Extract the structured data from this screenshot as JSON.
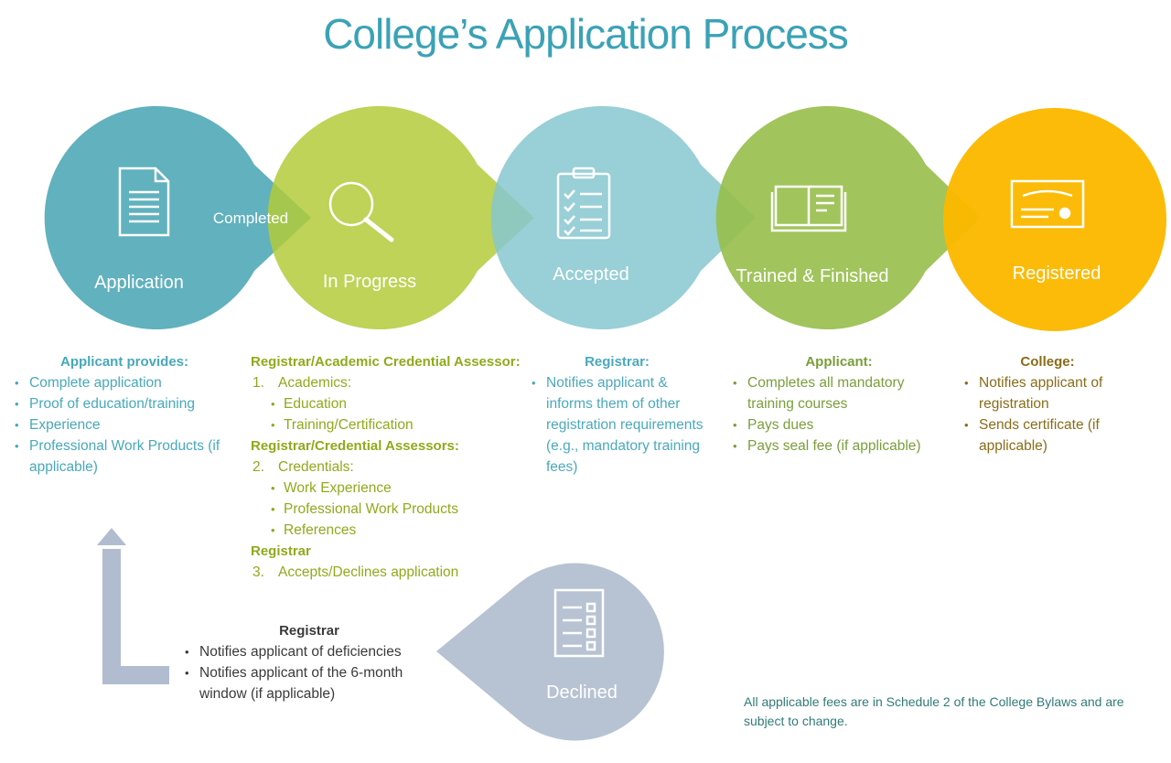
{
  "title": "College’s Application Process",
  "colors": {
    "title": "#3ba2b6",
    "application": "#4ba6b5",
    "in_progress": "#b3cb39",
    "accepted": "#87c7cf",
    "trained": "#97be4a",
    "registered": "#fbb900",
    "declined": "#b7c3d3",
    "return_arrow": "#b1bcd0"
  },
  "stages": [
    {
      "id": "application",
      "label": "Application",
      "icon": "document-icon"
    },
    {
      "id": "in_progress",
      "label": "In Progress",
      "icon": "magnifier-icon"
    },
    {
      "id": "accepted",
      "label": "Accepted",
      "icon": "clipboard-checklist-icon"
    },
    {
      "id": "trained",
      "label": "Trained & Finished",
      "icon": "open-book-icon"
    },
    {
      "id": "registered",
      "label": "Registered",
      "icon": "certificate-icon"
    }
  ],
  "connector_label": "Completed",
  "declined": {
    "label": "Declined",
    "icon": "checklist-icon"
  },
  "columns": {
    "application": {
      "heading": "Applicant provides:",
      "items": [
        "Complete application",
        "Proof of education/training",
        "Experience",
        "Professional Work Products (if applicable)"
      ]
    },
    "in_progress": {
      "heading1": "Registrar/Academic Credential Assessor:",
      "n1": "1.",
      "item1": "Academics:",
      "sub1": [
        "Education",
        "Training/Certification"
      ],
      "heading2": "Registrar/Credential Assessors:",
      "n2": "2.",
      "item2": "Credentials:",
      "sub2": [
        "Work Experience",
        "Professional Work Products",
        "References"
      ],
      "heading3": "Registrar",
      "n3": "3.",
      "item3": "Accepts/Declines application"
    },
    "accepted": {
      "heading": "Registrar:",
      "items": [
        "Notifies applicant & informs them of other registration requirements (e.g., mandatory training fees)"
      ]
    },
    "trained": {
      "heading": "Applicant:",
      "items": [
        "Completes all mandatory training courses",
        "Pays dues",
        "Pays seal fee (if applicable)"
      ]
    },
    "registered": {
      "heading": "College:",
      "items": [
        "Notifies applicant of registration",
        "Sends certificate (if applicable)"
      ]
    },
    "declined": {
      "heading": "Registrar",
      "items": [
        "Notifies applicant of deficiencies",
        "Notifies applicant of the 6-month window (if applicable)"
      ]
    }
  },
  "note": "All applicable fees are in Schedule 2 of the College Bylaws and are subject to change."
}
